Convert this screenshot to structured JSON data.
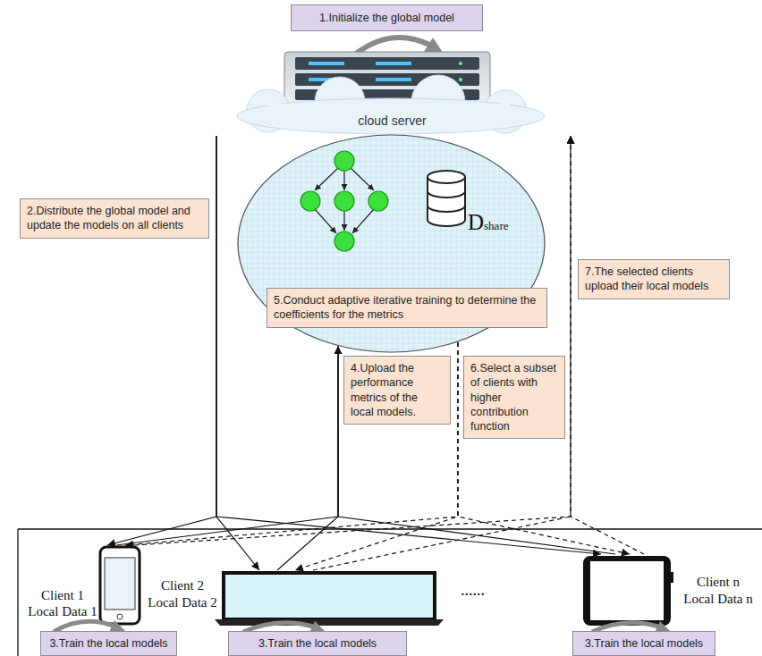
{
  "diagram": {
    "nodes": [
      {
        "text": [
          "1.Initialize the global model"
        ]
      },
      {
        "text": [
          "cloud server"
        ]
      },
      {
        "text": [
          "2.Distribute the global model and update the models on all clients"
        ]
      },
      {
        "text": [
          "Dshare"
        ]
      },
      {
        "text": [
          "5.Conduct adaptive iterative training to determine the coefficients for the metrics"
        ],
        "in": 3
      },
      {
        "text": [
          "4.Upload the performance metrics of the local models."
        ]
      },
      {
        "text": [
          "6.Select a subset of clients with higher contribution function"
        ]
      },
      {
        "text": [
          "7.The selected clients upload their local models"
        ]
      },
      {
        "text": [
          "Client 1 Local Data 1"
        ]
      },
      {
        "text": [
          "Client 2 Local Data 2"
        ]
      },
      {
        "text": [
          "Client n Local Data n"
        ]
      },
      {
        "text": [
          "3.Train the local models"
        ]
      },
      {
        "text": [
          "3.Train the local models"
        ]
      },
      {
        "text": [
          "3.Train the local models"
        ]
      }
    ],
    "edges": [
      {
        "from": 1,
        "to": 8,
        "arrow": "to"
      },
      {
        "from": 1,
        "to": 9,
        "arrow": "to"
      },
      {
        "from": 1,
        "to": 10,
        "arrow": "to"
      },
      {
        "from": 8,
        "to": 3,
        "arrow": "to"
      },
      {
        "from": 9,
        "to": 3,
        "arrow": "to"
      },
      {
        "from": 10,
        "to": 3,
        "arrow": "to"
      },
      {
        "from": 3,
        "to": 8,
        "arrow": "to"
      },
      {
        "from": 3,
        "to": 9,
        "arrow": "to"
      },
      {
        "from": 3,
        "to": 10,
        "arrow": "to"
      },
      {
        "from": 8,
        "to": 1,
        "arrow": "to"
      },
      {
        "from": 9,
        "to": 1,
        "arrow": "to"
      },
      {
        "from": 10,
        "to": 1,
        "arrow": "to"
      }
    ],
    "labels": [
      "......"
    ]
  }
}
